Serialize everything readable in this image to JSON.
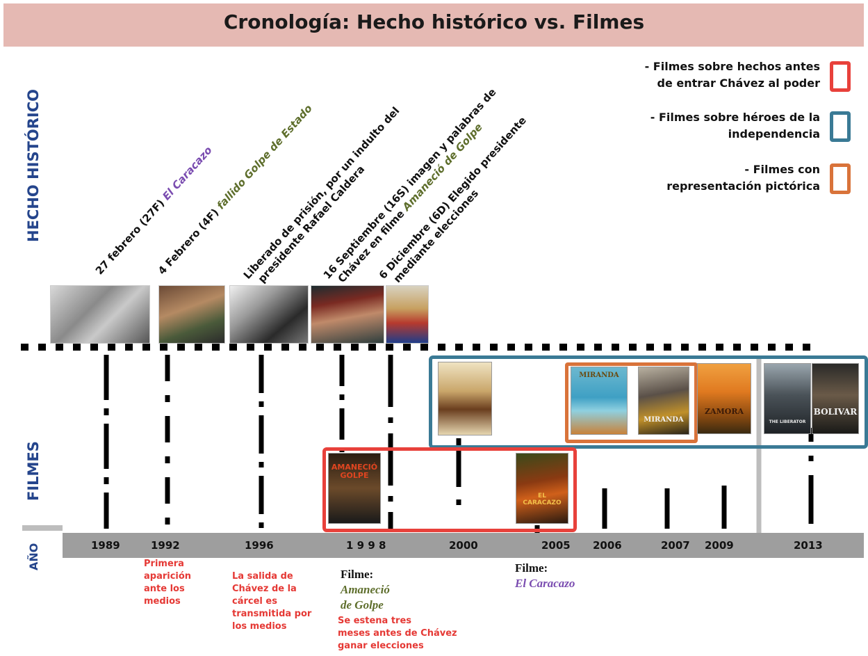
{
  "title": "Cronología: Hecho histórico vs. Filmes",
  "side_labels": {
    "hecho": "HECHO HISTÓRICO",
    "filmes": "FILMES",
    "anio": "AÑO"
  },
  "events": {
    "e1989": {
      "pre": "27 febrero (27F) ",
      "em": "El Caracazo"
    },
    "e1992": {
      "pre": "4 Febrero (4F) ",
      "em": "fallido Golpe de Estado"
    },
    "e1996": {
      "l1": "Liberado de prisión, por un indulto del",
      "l2": "presidente Rafael Caldera"
    },
    "e1998a": {
      "l1": "16 Septiembre (16S) imagen y palabras de",
      "l2pre": "Chávez en filme ",
      "l2em": "Amaneció de Golpe"
    },
    "e1998b": {
      "l1": "6 Diciembre (6D) Elegido presidente",
      "l2": "mediante elecciones"
    }
  },
  "legend": [
    {
      "l1": "- Filmes sobre hechos antes",
      "l2": "de entrar Chávez al poder",
      "color": "#e8413b"
    },
    {
      "l1": "- Filmes sobre héroes de la",
      "l2": "independencia",
      "color": "#3a7a95"
    },
    {
      "l1": "- Filmes con",
      "l2": "representación pictórica",
      "color": "#d9733a"
    }
  ],
  "years": [
    "1989",
    "1992",
    "1996",
    "1 9 9 8",
    "2000",
    "2005",
    "2006",
    "2007",
    "2009",
    "2013"
  ],
  "notes": {
    "n1992": [
      "Primera",
      "aparición",
      "ante los",
      "medios"
    ],
    "n1996": [
      "La salida de",
      "Chávez de  la",
      "cárcel es",
      "transmitida por",
      "los medios"
    ],
    "n1998": [
      "Se estena tres",
      "meses antes de Chávez",
      "ganar elecciones"
    ]
  },
  "film_labels": {
    "f1998": {
      "l1": "Filme:",
      "l2": "Amaneció",
      "l3": "de Golpe"
    },
    "f2005": {
      "l1": "Filme:",
      "l2": "El Caracazo"
    }
  },
  "posters": {
    "amanecio": "AMANECIÓ GOLPE",
    "caracazo": "EL CARACAZO",
    "miranda1": "MIRANDA",
    "miranda2": "MIRANDA",
    "zamora": "ZAMORA",
    "liberator": "THE LIBERATOR",
    "bolivar": "BOLIVAR"
  },
  "colors": {
    "title_bg": "#e5b9b3",
    "side_label": "#25458c",
    "red_frame": "#e8413b",
    "blue_frame": "#3a7a95",
    "orange_frame": "#d9733a",
    "year_bar": "#9e9e9e",
    "note_red": "#e53935"
  }
}
